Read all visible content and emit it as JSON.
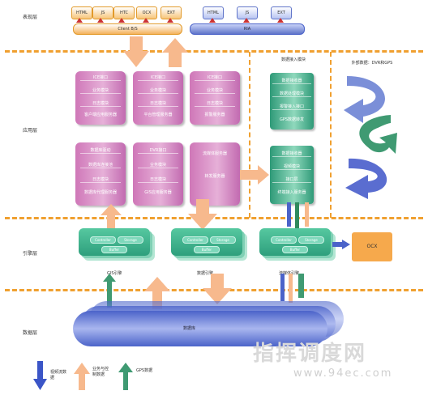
{
  "layers": {
    "presentation": "表现层",
    "application": "应用层",
    "engine": "引擎层",
    "data": "数据层"
  },
  "client": {
    "left_chips": [
      "HTML",
      "JS",
      "HTC",
      "OCX",
      "EXT"
    ],
    "left_bar": "Client B/S",
    "right_chips": [
      "HTML",
      "JS",
      "EXT"
    ],
    "right_bar": "RIA"
  },
  "data_access": {
    "title": "数据接入模块"
  },
  "external": {
    "label": "外部数据：DVR和GPS"
  },
  "columns": {
    "col1_top": [
      "ICE接口",
      "业务模块",
      "日志模块",
      "客户端应用服务器"
    ],
    "col2_top": [
      "ICE接口",
      "业务模块",
      "日志模块",
      "平台管理服务器"
    ],
    "col3_top": [
      "ICE接口",
      "业务模块",
      "日志模块",
      "报警服务器"
    ],
    "col1_bottom": [
      "数据库驱动",
      "数据库连接池",
      "日志模块",
      "数据库代理服务器"
    ],
    "col2_bottom": [
      "DVR接口",
      "业务模块",
      "日志模块",
      "GIS应用服务器"
    ],
    "col3_bottom": [
      "流媒体服务器",
      "转发服务器"
    ],
    "green_top": [
      "数据接收器",
      "数据处理模块",
      "报警接入接口",
      "GPS数据转发"
    ],
    "green_bottom": [
      "数据接收器",
      "视频模块",
      "接口层",
      "终端接入服务器"
    ]
  },
  "engines": {
    "pills": [
      "Controller",
      "Storage",
      "Buffer"
    ],
    "labels": [
      "GIS引擎",
      "数据引擎",
      "流媒体引擎"
    ],
    "ocx": "OCX"
  },
  "database": {
    "label": "数据库"
  },
  "legend": [
    "视频流数据",
    "业务与控制数据",
    "GPS数据"
  ],
  "watermark": {
    "title": "指挥调度网",
    "url": "www.94ec.com"
  },
  "colors": {
    "orange": "#f7b98d",
    "purple": "#cf77b8",
    "green": "#2f9a78",
    "blue": "#4b63c9",
    "dash": "#f0a030"
  }
}
